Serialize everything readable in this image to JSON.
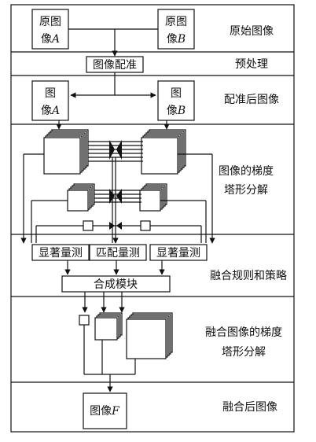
{
  "diagram": {
    "sections": {
      "original": "原始图像",
      "preprocess": "预处理",
      "registered": "配准后图像",
      "gradient_line1": "图像的梯度",
      "gradient_line2": "塔形分解",
      "fusion_rule": "融合规则和策略",
      "fused_line1": "融合图像的梯度",
      "fused_line2": "塔形分解",
      "result": "融合后图像"
    },
    "boxes": {
      "orig_a_line1": "原图",
      "orig_a_line2_prefix": "像",
      "orig_a_letter": "A",
      "orig_b_line1": "原图",
      "orig_b_line2_prefix": "像",
      "orig_b_letter": "B",
      "registration": "图像配准",
      "reg_a_line1": "图",
      "reg_a_line2_prefix": "像",
      "reg_a_letter": "A",
      "reg_b_line1": "图",
      "reg_b_line2_prefix": "像",
      "reg_b_letter": "B",
      "saliency_left": "显著量测",
      "match": "匹配量测",
      "saliency_right": "显著量测",
      "combine": "合成模块",
      "final_prefix": "图像",
      "final_letter": "F"
    }
  }
}
